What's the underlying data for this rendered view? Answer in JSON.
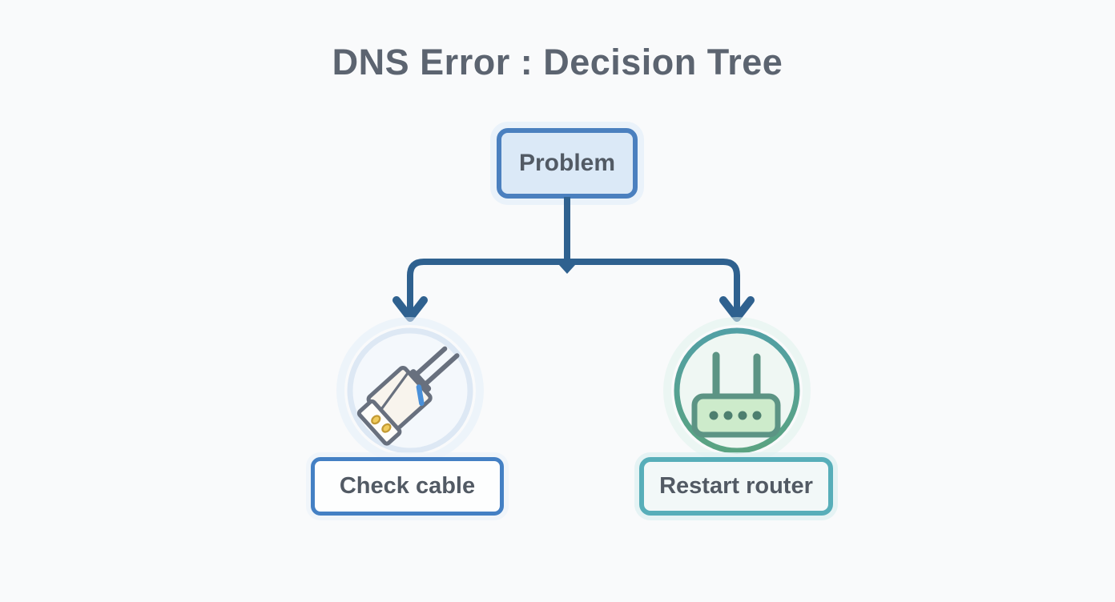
{
  "title": "DNS Error : Decision Tree",
  "nodes": {
    "root": {
      "label": "Problem"
    },
    "branches": [
      {
        "label": "Check cable",
        "icon": "ethernet-cable-icon"
      },
      {
        "label": "Restart router",
        "icon": "router-icon"
      }
    ]
  },
  "colors": {
    "background": "#f9fafb",
    "title-text": "#5c6470",
    "node-text": "#525a64",
    "connector": "#2f618f",
    "problem-fill": "#dbe9f7",
    "problem-border": "#4b80bf",
    "check-border": "#4480c4",
    "restart-border": "#57aeb9",
    "cable-ring": "#dde8f4",
    "cable-circle-fill": "#f4f8fc",
    "cable-gray": "#68707e",
    "plug-body": "#f8f4ed",
    "pin-yellow": "#f0cb5c",
    "stripe-blue": "#4a90d9",
    "router-ring-top": "#52a0a5",
    "router-ring-bottom": "#5aa381",
    "router-circle-fill": "#eff7f3",
    "router-body": "#cdebcb",
    "router-stroke": "#5c9484",
    "router-dot": "#4d7f6f"
  }
}
